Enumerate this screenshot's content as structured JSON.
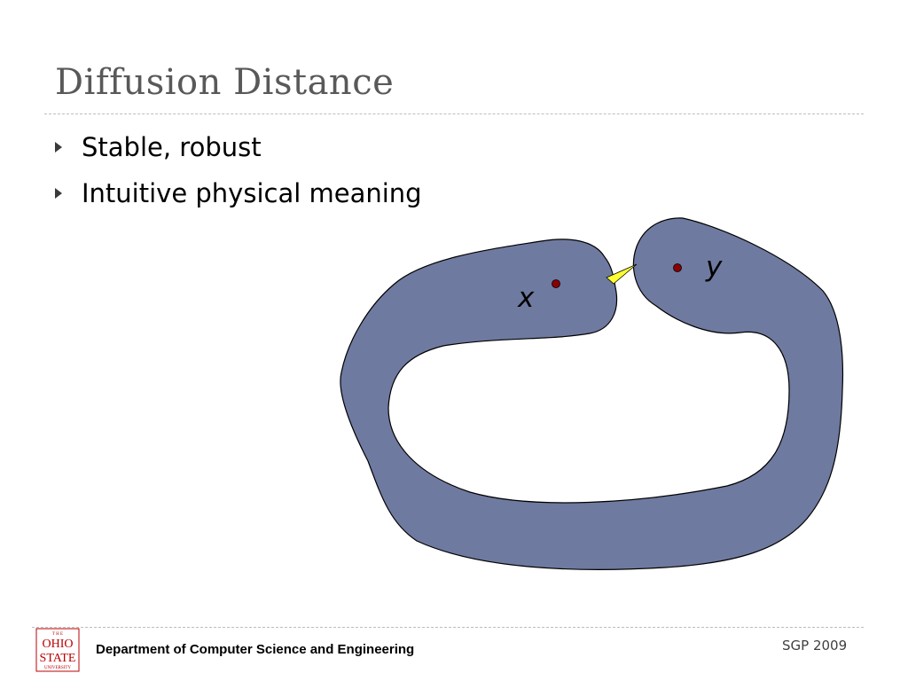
{
  "slide": {
    "title": "Diffusion Distance",
    "bullets": [
      {
        "text": "Stable, robust"
      },
      {
        "text": "Intuitive physical meaning"
      }
    ]
  },
  "diagram": {
    "label_x": "x",
    "label_y": "y",
    "shape_color": "#6f7aa0",
    "point_color": "#8b0000",
    "gap_marker_color": "#ffff33"
  },
  "footer": {
    "logo_lines": [
      "T H E",
      "OHIO",
      "STATE",
      "UNIVERSITY"
    ],
    "logo_color": "#bb0000",
    "department": "Department of Computer Science and Engineering",
    "conference": "SGP 2009"
  },
  "icons": {
    "bullet": "triangle-bullet-icon"
  }
}
